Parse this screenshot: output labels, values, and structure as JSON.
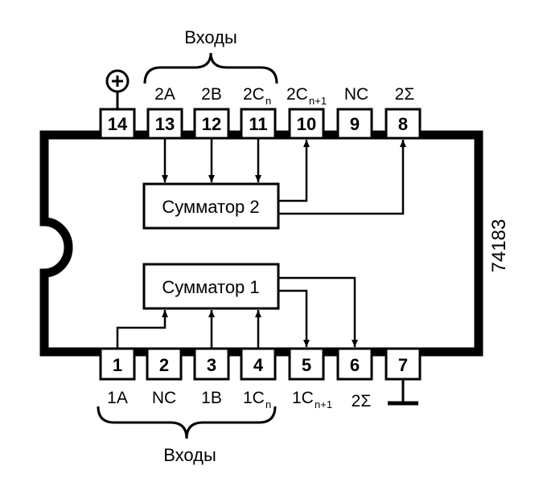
{
  "chip": {
    "part_number": "74183"
  },
  "groups": {
    "top_inputs_label": "Входы",
    "bottom_inputs_label": "Входы"
  },
  "adders": {
    "adder2": "Сумматор 2",
    "adder1": "Сумматор 1"
  },
  "pins_top": [
    {
      "num": "14",
      "label": "",
      "icon": "power-plus-icon"
    },
    {
      "num": "13",
      "label": "2A"
    },
    {
      "num": "12",
      "label": "2B"
    },
    {
      "num": "11",
      "label": "2C",
      "sub": "n"
    },
    {
      "num": "10",
      "label": "2C",
      "sub": "n+1"
    },
    {
      "num": "9",
      "label": "NC"
    },
    {
      "num": "8",
      "label": "2Σ"
    }
  ],
  "pins_bottom": [
    {
      "num": "1",
      "label": "1A"
    },
    {
      "num": "2",
      "label": "NC"
    },
    {
      "num": "3",
      "label": "1B"
    },
    {
      "num": "4",
      "label": "1C",
      "sub": "n"
    },
    {
      "num": "5",
      "label": "1C",
      "sub": "n+1"
    },
    {
      "num": "6",
      "label": "2Σ"
    },
    {
      "num": "7",
      "label": "",
      "icon": "ground-icon"
    }
  ],
  "colors": {
    "ink": "#000000",
    "paper": "#ffffff"
  }
}
